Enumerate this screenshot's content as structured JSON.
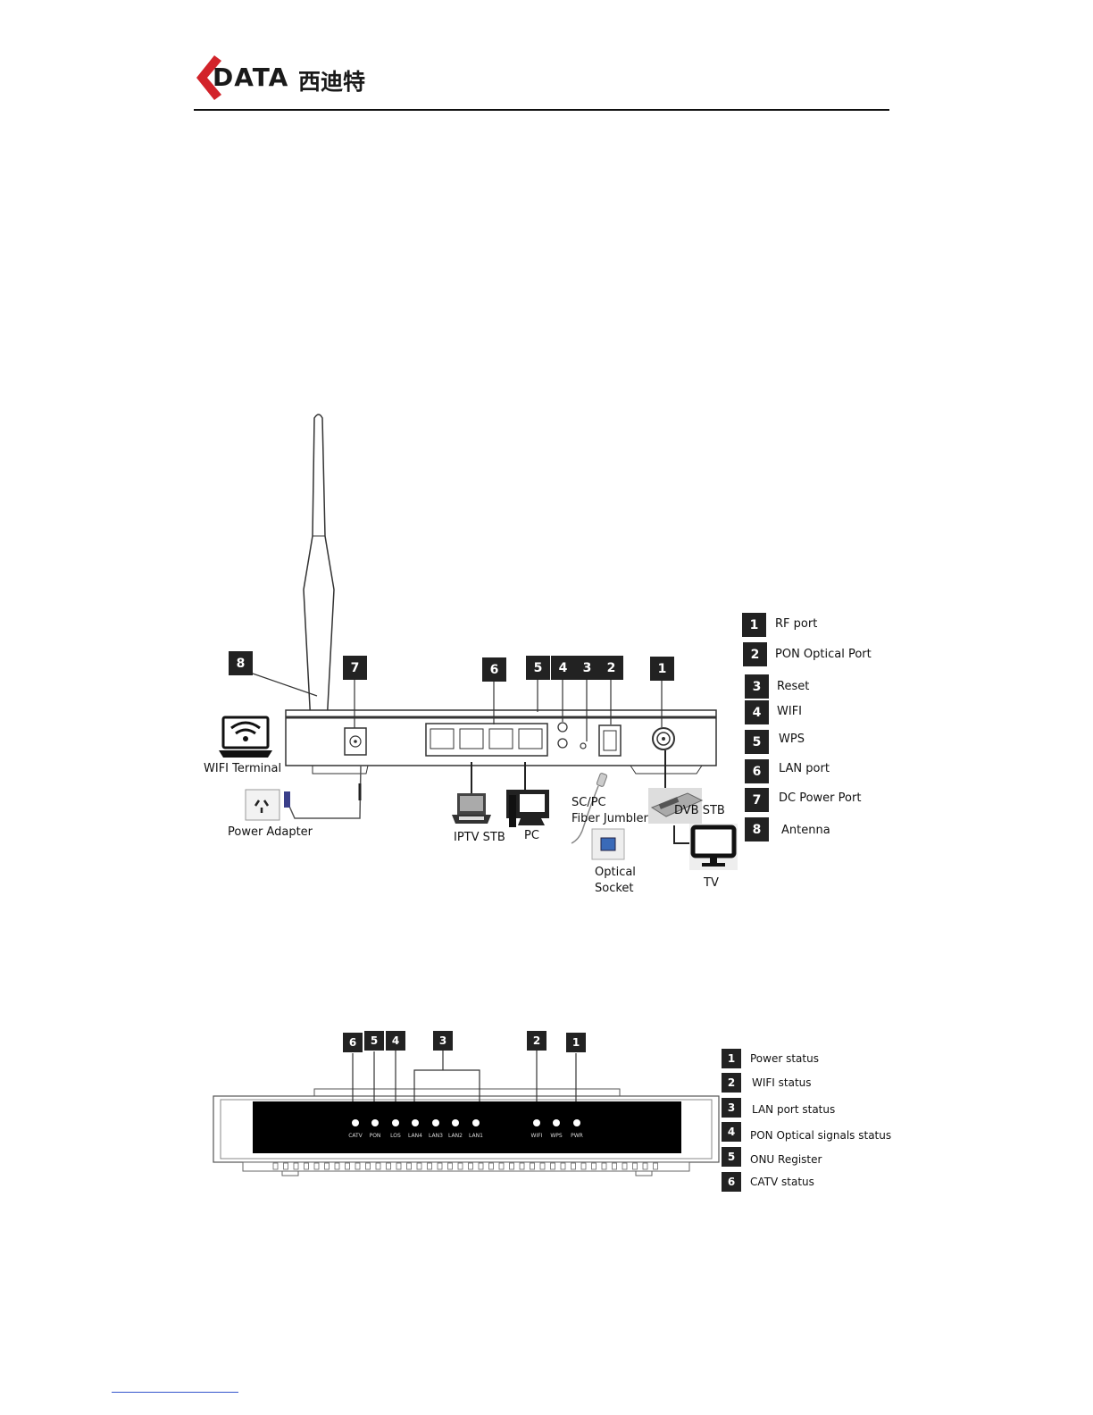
{
  "header": {
    "brand": "DATA",
    "brand_cn": "西迪特"
  },
  "back_panel": {
    "callouts": [
      "8",
      "7",
      "6",
      "5",
      "4",
      "3",
      "2",
      "1"
    ],
    "legend": [
      {
        "num": "1",
        "label": "RF port"
      },
      {
        "num": "2",
        "label": "PON Optical Port"
      },
      {
        "num": "3",
        "label": "Reset"
      },
      {
        "num": "4",
        "label": "WIFI"
      },
      {
        "num": "5",
        "label": "WPS"
      },
      {
        "num": "6",
        "label": "LAN port"
      },
      {
        "num": "7",
        "label": "DC Power Port"
      },
      {
        "num": "8",
        "label": "Antenna"
      }
    ],
    "devices": {
      "wifi_terminal": "WIFI Terminal",
      "power_adapter": "Power Adapter",
      "iptv_stb": "IPTV STB",
      "pc": "PC",
      "fiber_line1": "SC/PC",
      "fiber_line2": "Fiber Jumbler",
      "socket_line1": "Optical",
      "socket_line2": "Socket",
      "dvb_stb": "DVB STB",
      "tv": "TV"
    }
  },
  "front_panel": {
    "callouts": [
      "6",
      "5",
      "4",
      "3",
      "2",
      "1"
    ],
    "leds": [
      "CATV",
      "PON",
      "LOS",
      "LAN4",
      "LAN3",
      "LAN2",
      "LAN1",
      "WIFI",
      "WPS",
      "PWR"
    ],
    "legend": [
      {
        "num": "1",
        "label": "Power status"
      },
      {
        "num": "2",
        "label": "WIFI status"
      },
      {
        "num": "3",
        "label": "LAN port status"
      },
      {
        "num": "4",
        "label": "PON Optical signals status"
      },
      {
        "num": "5",
        "label": "ONU Register"
      },
      {
        "num": "6",
        "label": "CATV status"
      }
    ]
  },
  "colors": {
    "badge": "#222222",
    "panel": "#000000",
    "link": "#3355cc"
  }
}
